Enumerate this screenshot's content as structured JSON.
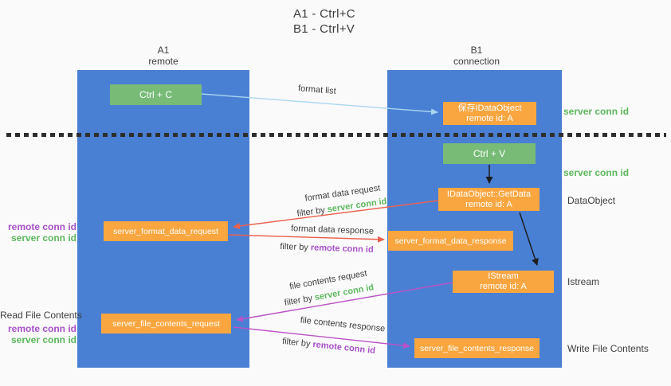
{
  "title": {
    "line1": "A1 - Ctrl+C",
    "line2": "B1 - Ctrl+V"
  },
  "lifelines": {
    "left": {
      "name": "A1",
      "role": "remote"
    },
    "right": {
      "name": "B1",
      "role": "connection"
    }
  },
  "nodes": {
    "ctrl_c": {
      "label": "Ctrl + C"
    },
    "ctrl_v": {
      "label": "Ctrl + V"
    },
    "save_idataobject": {
      "line1": "保存IDataObject",
      "line2": "remote id: A"
    },
    "getdata": {
      "line1": "IDataObject::GetData",
      "line2": "remote id: A"
    },
    "istream": {
      "line1": "IStream",
      "line2": "remote id: A"
    },
    "format_request": {
      "label": "server_format_data_request"
    },
    "format_response": {
      "label": "server_format_data_response"
    },
    "file_request": {
      "label": "server_file_contents_request"
    },
    "file_response": {
      "label": "server_file_contents_response"
    }
  },
  "flows": {
    "format_list": {
      "label": "format list"
    },
    "format_data_request": {
      "label": "format data request",
      "filter_prefix": "filter by ",
      "filter_key": "server conn id"
    },
    "format_data_response": {
      "label": "format data response",
      "filter_prefix": "filter by ",
      "filter_key": "remote conn id"
    },
    "file_contents_request": {
      "label": "file contents request",
      "filter_prefix": "filter by ",
      "filter_key": "server conn id"
    },
    "file_contents_response": {
      "label": "file contents response",
      "filter_prefix": "filter by ",
      "filter_key": "remote conn id"
    }
  },
  "annotations": {
    "server_conn_id_top": "server conn id",
    "server_conn_id_mid": "server conn id",
    "dataobject": "DataObject",
    "istream": "Istream",
    "write_file_contents": "Write File Contents",
    "read_file_contents": "Read File Contents",
    "remote_conn_id_format": "remote conn id",
    "server_conn_id_format": "server conn id",
    "remote_conn_id_file": "remote conn id",
    "server_conn_id_file": "server conn id"
  },
  "colors": {
    "lifeline_blue": "#4a80d4",
    "action_green": "#77bb77",
    "message_orange": "#f9a640",
    "conn_id_green": "#5cb85c",
    "conn_id_purple": "#a951c9",
    "arrow_red": "#eb604d",
    "arrow_magenta": "#bc52c7",
    "arrow_lightblue": "#a9d6f0",
    "arrow_black": "#1e1e1e",
    "background": "#fafafa"
  }
}
